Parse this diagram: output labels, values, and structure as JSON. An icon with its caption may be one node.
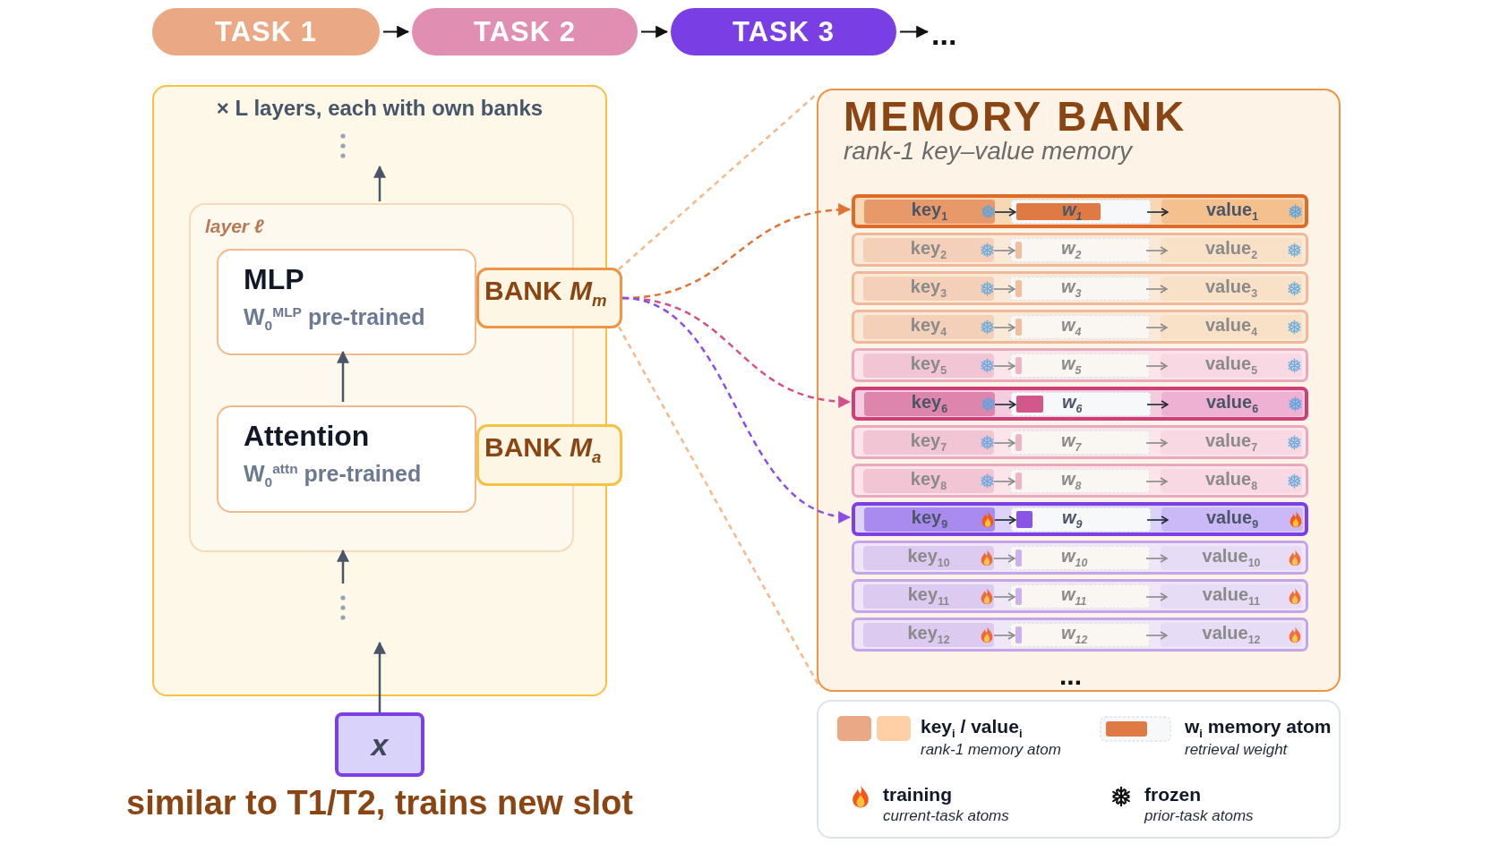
{
  "diagram": {
    "nodes": [
      {
        "text": [
          "TASK 1"
        ]
      },
      {
        "text": [
          "TASK 2"
        ]
      },
      {
        "text": [
          "TASK 3"
        ]
      },
      {
        "text": [
          "..."
        ]
      },
      {
        "text": [
          "× L layers, each with own banks"
        ]
      },
      {
        "text": [
          "layer ℓ"
        ],
        "in": 4
      },
      {
        "text": [
          "MLP",
          "W$_{0}$$^{MLP}$ pre-trained"
        ],
        "in": 5
      },
      {
        "text": [
          "BANK *M*$_{m}$"
        ]
      },
      {
        "text": [
          "Attention",
          "W$_{0}$$^{attn}$ pre-trained"
        ],
        "in": 5
      },
      {
        "text": [
          "BANK *M*$_{a}$"
        ]
      },
      {
        "text": [
          "x"
        ],
        "beside": [
          "similar to T1/T2, trains new slot"
        ]
      },
      {
        "text": [
          "MEMORY BANK",
          "rank-1 key–value memory"
        ]
      },
      {
        "text": [
          "key$_{1}$",
          "w$_{1}$",
          "value$_{1}$"
        ],
        "in": 11
      },
      {
        "text": [
          "key$_{2}$",
          "w$_{2}$",
          "value$_{2}$"
        ],
        "in": 11
      },
      {
        "text": [
          "key$_{3}$",
          "w$_{3}$",
          "value$_{3}$"
        ],
        "in": 11
      },
      {
        "text": [
          "key$_{4}$",
          "w$_{4}$",
          "value$_{4}$"
        ],
        "in": 11
      },
      {
        "text": [
          "key$_{5}$",
          "w$_{5}$",
          "value$_{5}$"
        ],
        "in": 11
      },
      {
        "text": [
          "key$_{6}$",
          "w$_{6}$",
          "value$_{6}$"
        ],
        "in": 11
      },
      {
        "text": [
          "key$_{7}$",
          "w$_{7}$",
          "value$_{7}$"
        ],
        "in": 11
      },
      {
        "text": [
          "key$_{8}$",
          "w$_{8}$",
          "value$_{8}$"
        ],
        "in": 11
      },
      {
        "text": [
          "key$_{9}$",
          "w$_{9}$",
          "value$_{9}$"
        ],
        "in": 11
      },
      {
        "text": [
          "key$_{10}$",
          "w$_{10}$",
          "value$_{10}$"
        ],
        "in": 11
      },
      {
        "text": [
          "key$_{11}$",
          "w$_{11}$",
          "value$_{11}$"
        ],
        "in": 11
      },
      {
        "text": [
          "key$_{12}$",
          "w$_{12}$",
          "value$_{12}$"
        ],
        "in": 11
      }
    ],
    "edges": [
      {
        "from": 0,
        "to": 1,
        "arrow": "to"
      },
      {
        "from": 1,
        "to": 2,
        "arrow": "to"
      },
      {
        "from": 2,
        "to": 3,
        "arrow": "to"
      },
      {
        "from": 5,
        "to": null,
        "arrow": "to"
      },
      {
        "from": 8,
        "to": 6,
        "arrow": "to"
      },
      {
        "from": null,
        "to": 5,
        "arrow": "to"
      },
      {
        "from": 10,
        "to": null,
        "arrow": "to"
      },
      {
        "from": 7,
        "to": 12,
        "arrow": "to",
        "style": "dashed",
        "color": "#e07436"
      },
      {
        "from": 7,
        "to": 17,
        "arrow": "to",
        "style": "dashed",
        "color": "#d4508a"
      },
      {
        "from": 7,
        "to": 20,
        "arrow": "to",
        "style": "dashed",
        "color": "#8a4ee6"
      },
      {
        "from": 7,
        "to": 11,
        "arrow": "none",
        "style": "dashed",
        "color": "#f4b98c"
      },
      {
        "from": 7,
        "to": 11,
        "arrow": "none",
        "style": "dashed",
        "color": "#f4b98c"
      }
    ],
    "labels": [
      "...",
      "rank-1 memory atom",
      "retrieval weight",
      "current-task atoms",
      "prior-task atoms"
    ],
    "legend": [
      {
        "text": "key$_{i}$ / value$_{i}$",
        "color": "#eaa886"
      },
      {
        "text": "w$_{i}$ memory atom",
        "color": "#df7a45"
      },
      {
        "text": "training"
      },
      {
        "text": "frozen"
      }
    ]
  }
}
